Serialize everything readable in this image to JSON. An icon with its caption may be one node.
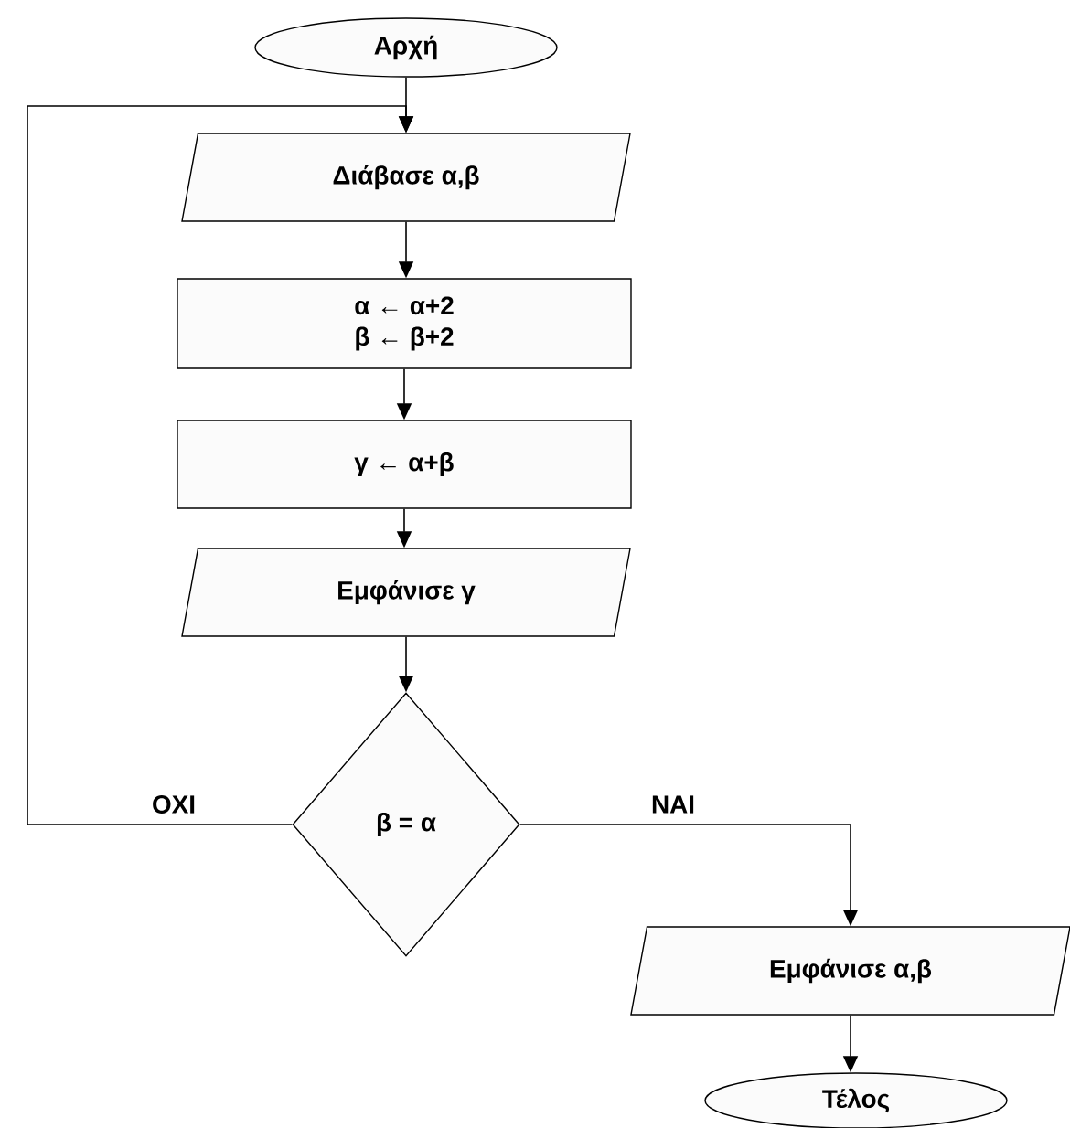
{
  "diagram": {
    "nodes": [
      {
        "text": [
          "Αρχή"
        ]
      },
      {
        "text": [
          "Διάβασε α,β"
        ]
      },
      {
        "text": [
          "α ← α+2",
          "β ← β+2"
        ]
      },
      {
        "text": [
          "γ ← α+β"
        ]
      },
      {
        "text": [
          "Εμφάνισε γ"
        ]
      },
      {
        "text": [
          "β = α"
        ]
      },
      {
        "text": [
          "Εμφάνισε α,β"
        ]
      },
      {
        "text": [
          "Τέλος"
        ]
      }
    ],
    "edges": [
      {
        "from": 0,
        "to": 1,
        "arrow": "to"
      },
      {
        "from": 1,
        "to": 2,
        "arrow": "to"
      },
      {
        "from": 2,
        "to": 3,
        "arrow": "to"
      },
      {
        "from": 3,
        "to": 4,
        "arrow": "to"
      },
      {
        "from": 4,
        "to": 5,
        "arrow": "to"
      },
      {
        "from": 5,
        "to": 1,
        "arrow": "to",
        "label": "ΟΧΙ"
      },
      {
        "from": 5,
        "to": 6,
        "arrow": "to",
        "label": "ΝΑΙ"
      },
      {
        "from": 6,
        "to": 7,
        "arrow": "to"
      }
    ]
  }
}
